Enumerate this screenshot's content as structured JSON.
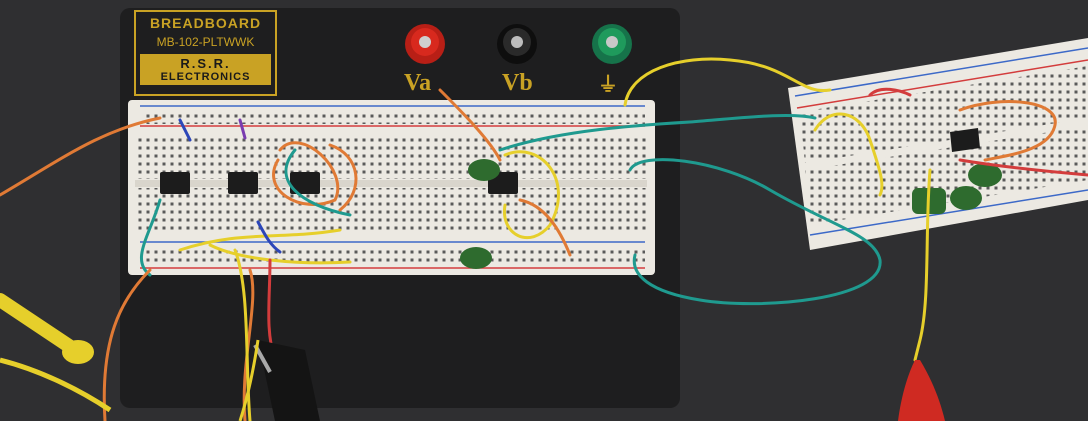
{
  "photo": {
    "breadboard_label": {
      "title": "BREADBOARD",
      "model": "MB-102-PLTWWK",
      "brand": "R.S.R.",
      "brand_sub": "ELECTRONICS"
    },
    "binding_posts": [
      {
        "label": "Va",
        "color": "#d8291e"
      },
      {
        "label": "Vb",
        "color": "#1b1b1b"
      },
      {
        "label": "⏚",
        "color": "#1f9a5c"
      }
    ],
    "colors": {
      "desk": "#2f2f31",
      "panel": "#1e1e1f",
      "breadboard": "#ece9e2",
      "rail_red": "#d33c3c",
      "rail_blue": "#3c69c8",
      "label_gold": "#c9a224",
      "wire_teal": "#1f9a8f",
      "wire_yellow": "#e6cf2b",
      "wire_orange": "#e07a35",
      "capacitor_green": "#2e6b2e"
    }
  }
}
